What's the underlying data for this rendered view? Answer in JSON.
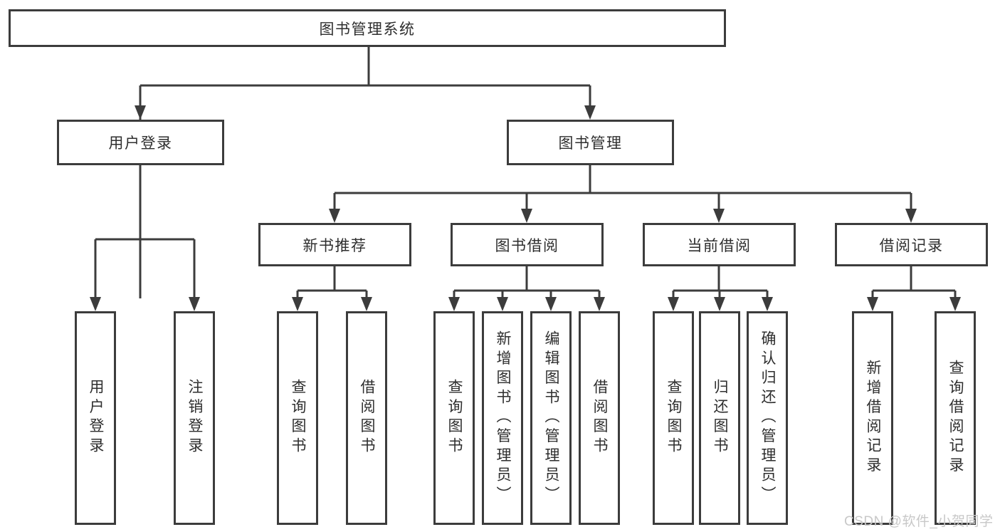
{
  "diagram_title": "图书管理系统",
  "tree": {
    "label": "图书管理系统",
    "children": [
      {
        "label": "用户登录",
        "children": [
          {
            "label": "用户登录"
          },
          {
            "label": "注销登录"
          }
        ]
      },
      {
        "label": "图书管理",
        "children": [
          {
            "label": "新书推荐",
            "children": [
              {
                "label": "查询图书"
              },
              {
                "label": "借阅图书"
              }
            ]
          },
          {
            "label": "图书借阅",
            "children": [
              {
                "label": "查询图书"
              },
              {
                "label": "新增图书（管理员）"
              },
              {
                "label": "编辑图书（管理员）"
              },
              {
                "label": "借阅图书"
              }
            ]
          },
          {
            "label": "当前借阅",
            "children": [
              {
                "label": "查询图书"
              },
              {
                "label": "归还图书"
              },
              {
                "label": "确认归还（管理员）"
              }
            ]
          },
          {
            "label": "借阅记录",
            "children": [
              {
                "label": "新增借阅记录"
              },
              {
                "label": "查询借阅记录"
              }
            ]
          }
        ]
      }
    ]
  },
  "watermark": {
    "text": "CSDN @软件_小贺同学"
  },
  "theme": {
    "ink": "#2e2e2e",
    "line": "#3c3c3c",
    "box_bg": "#ffffff",
    "page_bg": "#ffffff",
    "watermark_color": "#c8c8c8"
  }
}
